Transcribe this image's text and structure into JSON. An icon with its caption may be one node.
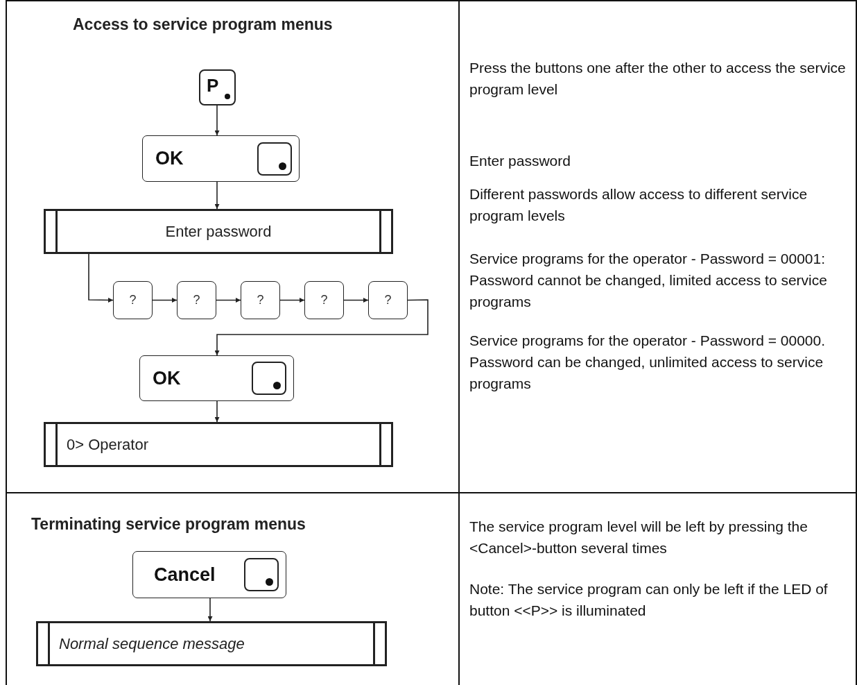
{
  "diagram": {
    "nodes": [
      {
        "text": [
          "P"
        ]
      },
      {
        "text": [
          "OK"
        ]
      },
      {
        "text": [
          "Enter password"
        ]
      },
      {
        "text": [
          "?"
        ]
      },
      {
        "text": [
          "?"
        ]
      },
      {
        "text": [
          "?"
        ]
      },
      {
        "text": [
          "?"
        ]
      },
      {
        "text": [
          "?"
        ]
      },
      {
        "text": [
          "OK"
        ]
      },
      {
        "text": [
          "0> Operator"
        ]
      },
      {
        "text": [
          "Cancel"
        ]
      },
      {
        "text": [
          "Normal sequence message"
        ]
      }
    ],
    "edges": [
      {
        "from": 0,
        "to": 1,
        "arrow": "to"
      },
      {
        "from": 1,
        "to": 2,
        "arrow": "to"
      },
      {
        "from": 2,
        "to": 3,
        "arrow": "to"
      },
      {
        "from": 3,
        "to": 4,
        "arrow": "to"
      },
      {
        "from": 4,
        "to": 5,
        "arrow": "to"
      },
      {
        "from": 5,
        "to": 6,
        "arrow": "to"
      },
      {
        "from": 6,
        "to": 7,
        "arrow": "to"
      },
      {
        "from": 7,
        "to": 8,
        "arrow": "to"
      },
      {
        "from": 8,
        "to": 9,
        "arrow": "to"
      },
      {
        "from": 10,
        "to": 11,
        "arrow": "to"
      }
    ],
    "labels": [
      "Access to service program menus",
      "Press the buttons one after the other to access the service program level",
      "Enter password",
      "Different passwords allow access to different service program levels",
      "Service programs for the operator - Password = 00001: Password cannot be changed, limited access to service programs",
      "Service programs for the operator - Password = 00000. Password can be changed, unlimited access to service programs",
      "Terminating service program menus",
      "The service program level will be left by pressing the <Cancel>-button several times",
      "Note: The service program can only be left if the LED of button <<P>> is illuminated"
    ]
  }
}
